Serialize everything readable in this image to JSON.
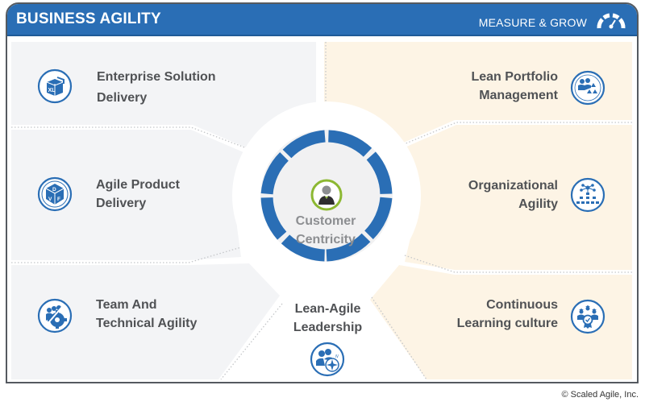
{
  "header": {
    "title": "BUSINESS AGILITY",
    "subtitle": "MEASURE & GROW",
    "icon": "gauge-icon"
  },
  "center": {
    "line1": "Customer",
    "line2": "Centricity",
    "icon": "customer-person-icon",
    "ring_segments": 8
  },
  "competencies": [
    {
      "id": "enterprise-solution-delivery",
      "line1": "Enterprise Solution",
      "line2": "Delivery",
      "icon": "xl-box-icon",
      "side": "left"
    },
    {
      "id": "agile-product-delivery",
      "line1": "Agile Product",
      "line2": "Delivery",
      "icon": "dvf-cube-icon",
      "side": "left"
    },
    {
      "id": "team-technical-agility",
      "line1": "Team And",
      "line2": "Technical Agility",
      "icon": "team-gear-icon",
      "side": "left"
    },
    {
      "id": "lean-agile-leadership",
      "line1": "Lean-Agile",
      "line2": "Leadership",
      "icon": "leader-compass-icon",
      "side": "bottom"
    },
    {
      "id": "lean-portfolio-management",
      "line1": "Lean Portfolio",
      "line2": "Management",
      "icon": "portfolio-people-icon",
      "side": "right"
    },
    {
      "id": "organizational-agility",
      "line1": "Organizational",
      "line2": "Agility",
      "icon": "org-network-icon",
      "side": "right"
    },
    {
      "id": "continuous-learning-culture",
      "line1": "Continuous",
      "line2": "Learning culture",
      "icon": "graduates-badge-icon",
      "side": "right"
    }
  ],
  "colors": {
    "brand_blue": "#2a6eb5",
    "left_panel": "#f3f4f6",
    "right_panel": "#fdf4e5",
    "text": "#505255",
    "center_text": "#8c8e91",
    "customer_ring": "#8cb832"
  },
  "footer": {
    "copyright": "© Scaled Agile, Inc."
  }
}
